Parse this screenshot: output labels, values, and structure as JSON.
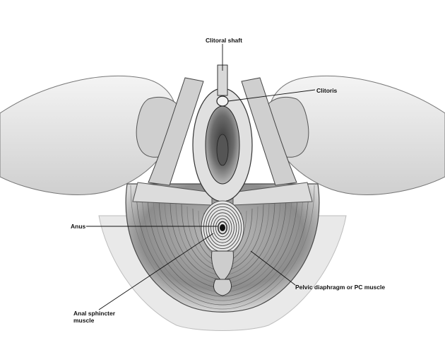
{
  "labels": {
    "clitoral_shaft": "Clitoral shaft",
    "clitoris": "Clitoris",
    "anus": "Anus",
    "pelvic_diaphragm": "Pelvic diaphragm or PC muscle",
    "anal_sphincter_line1": "Anal sphincter",
    "anal_sphincter_line2": "muscle"
  },
  "colors": {
    "ink": "#2b2b2b",
    "shade_dark": "#5a5a5a",
    "shade_mid": "#9a9a9a",
    "shade_light": "#d6d6d6",
    "background": "#ffffff"
  }
}
